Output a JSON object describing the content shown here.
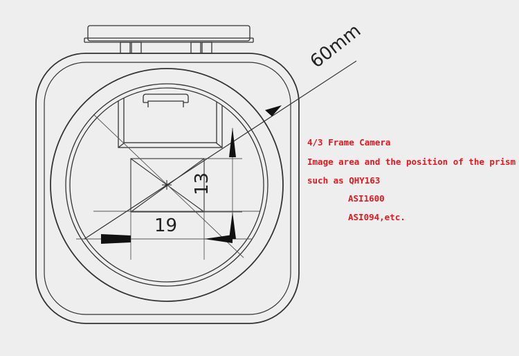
{
  "dimensions": {
    "diagonal": "60mm",
    "height": "13",
    "width": "19"
  },
  "notes": {
    "title": "4/3 Frame Camera",
    "line1": "Image area and the position of the prism",
    "line2": "such as QHY163",
    "line3": "ASI1600",
    "line4": "ASI094,etc."
  },
  "colors": {
    "note_text": "#e3171e",
    "line": "#333333",
    "background": "#eeeeee"
  }
}
